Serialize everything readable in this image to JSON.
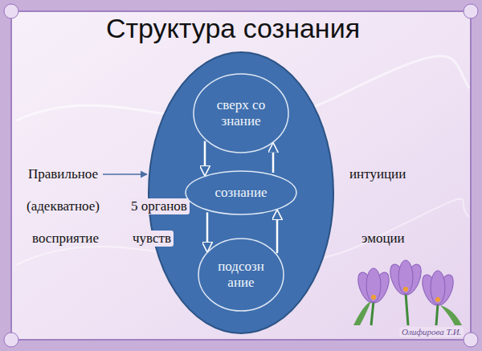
{
  "diagram": {
    "title": "Структура сознания",
    "nodes": [
      {
        "text": [
          "сверх сознание"
        ]
      },
      {
        "text": [
          "сознание"
        ]
      },
      {
        "text": [
          "подсознание"
        ]
      }
    ],
    "edges": [
      {
        "from": 0,
        "to": 1,
        "arrow": "to"
      },
      {
        "from": 1,
        "to": 0,
        "arrow": "to"
      },
      {
        "from": 1,
        "to": 2,
        "arrow": "to"
      },
      {
        "from": 2,
        "to": 1,
        "arrow": "to"
      }
    ],
    "labels": [
      "Правильное",
      "(адекватное)",
      "5 органов",
      "восприятие",
      "чувств",
      "интуиции",
      "эмоции",
      "Олифирова Т.И."
    ]
  }
}
